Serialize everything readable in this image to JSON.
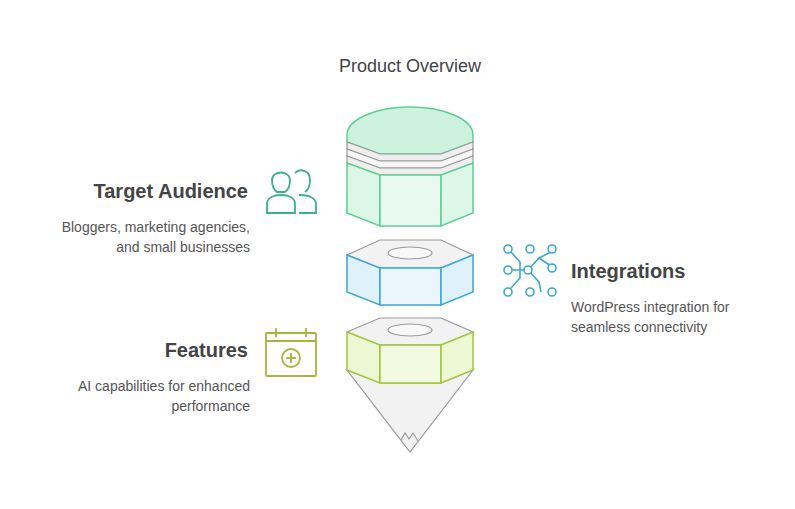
{
  "diagram": {
    "title": "Product Overview",
    "labels": [
      "Target Audience",
      "Bloggers, marketing agencies, and small businesses",
      "Integrations",
      "WordPress integration for seamless connectivity",
      "Features",
      "AI capabilities for enhanced performance"
    ]
  }
}
